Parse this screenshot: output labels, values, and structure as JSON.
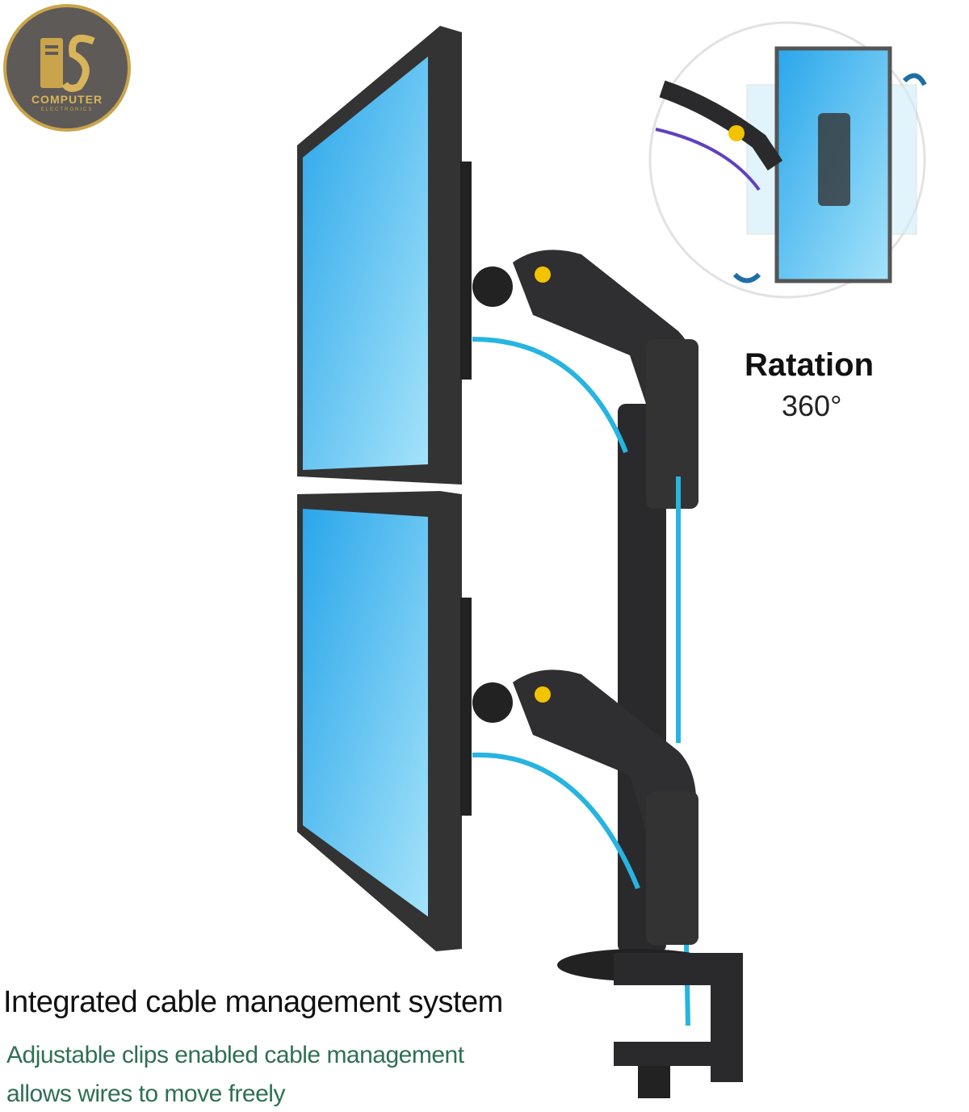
{
  "logo": {
    "wordmark": "COMPUTER",
    "subtitle": "ELECTRONICS",
    "monogram": "S"
  },
  "rotation": {
    "title": "Ratation",
    "value": "360°"
  },
  "cable": {
    "title": "Integrated cable management system",
    "lines": [
      "Adjustable clips enabled cable management",
      "allows wires to move freely"
    ]
  },
  "colors": {
    "screen": "#3fb8ee",
    "arm": "#2a2a2c",
    "cable": "#27b4e0",
    "gold": "#c9a44a",
    "caption_green": "#2f7055"
  }
}
